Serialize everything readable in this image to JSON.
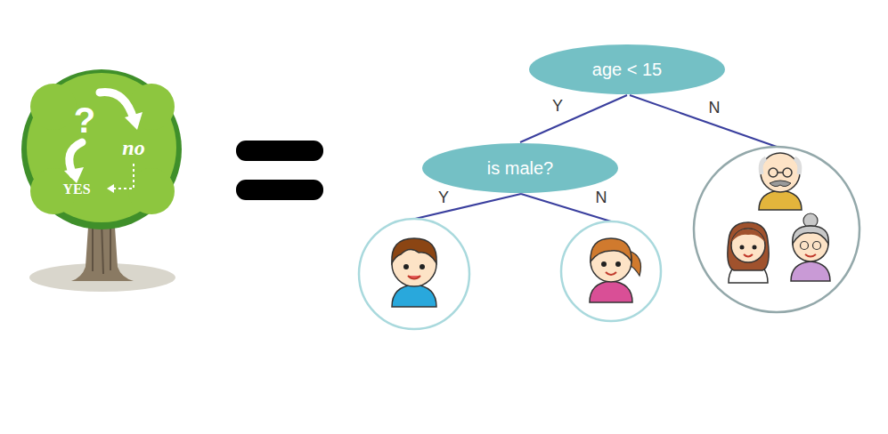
{
  "diagram": {
    "nodes": [
      {
        "text": [
          "age < 15"
        ]
      },
      {
        "text": [
          "is male?"
        ]
      }
    ],
    "edges": [
      {
        "from": 0,
        "to": 1,
        "arrow": "none",
        "label": "Y"
      }
    ],
    "labels": [
      "?",
      "no",
      "YES",
      "N",
      "Y",
      "N"
    ]
  }
}
